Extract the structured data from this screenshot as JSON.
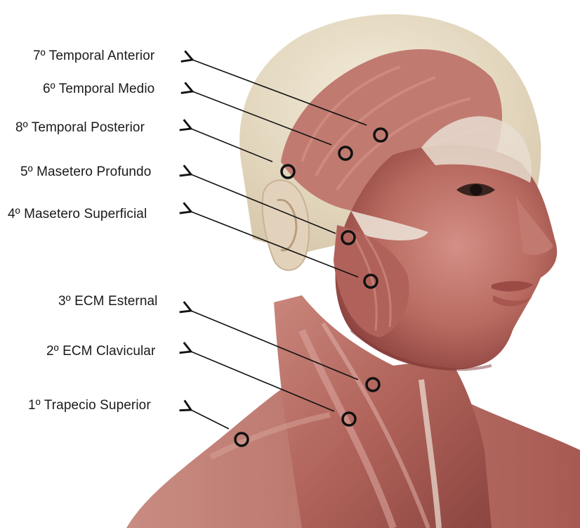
{
  "labels": [
    {
      "id": "temporal-anterior",
      "text": "7º Temporal Anterior"
    },
    {
      "id": "temporal-medio",
      "text": "6º Temporal Medio"
    },
    {
      "id": "temporal-posterior",
      "text": "8º Temporal Posterior"
    },
    {
      "id": "masetero-profundo",
      "text": "5º Masetero Profundo"
    },
    {
      "id": "masetero-superficial",
      "text": "4º Masetero Superficial"
    },
    {
      "id": "ecm-esternal",
      "text": "3º ECM Esternal"
    },
    {
      "id": "ecm-clavicular",
      "text": "2º ECM Clavicular"
    },
    {
      "id": "trapecio-superior",
      "text": "1º Trapecio Superior"
    }
  ],
  "colors": {
    "skin": "#e9dcc5",
    "muscle": "#b86a60",
    "muscle_dark": "#8f4440",
    "muscle_light": "#d9948a",
    "tendon": "#efe6dd",
    "marker": "#111111",
    "arrow": "#111111"
  }
}
